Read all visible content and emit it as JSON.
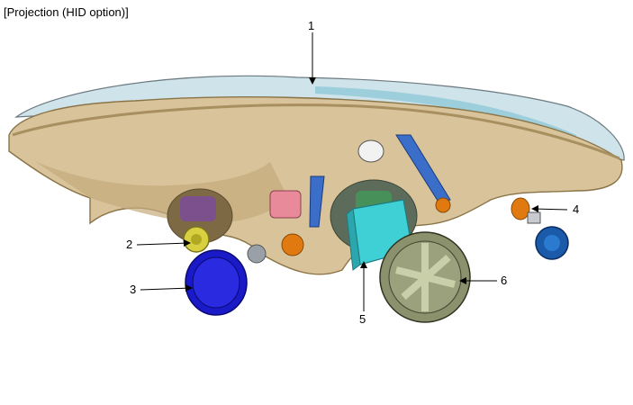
{
  "title": "[Projection (HID option)]",
  "callouts": [
    {
      "id": "1",
      "label": "1"
    },
    {
      "id": "2",
      "label": "2"
    },
    {
      "id": "3",
      "label": "3"
    },
    {
      "id": "4",
      "label": "4"
    },
    {
      "id": "5",
      "label": "5"
    },
    {
      "id": "6",
      "label": "6"
    }
  ],
  "colors": {
    "housing": "#d8c39a",
    "housing_dark": "#a88f5f",
    "lens": "#cfe3ea",
    "ballast": "#3fd0d6",
    "cap_blue": "#1a1ac8",
    "cap_green": "#8a916c",
    "bulb_orange": "#e07a10",
    "bulb_yellow": "#d8d040",
    "socket_blue": "#1a5aa8",
    "bracket_blue": "#3a6ec8",
    "connector_pink": "#e88a9a"
  }
}
